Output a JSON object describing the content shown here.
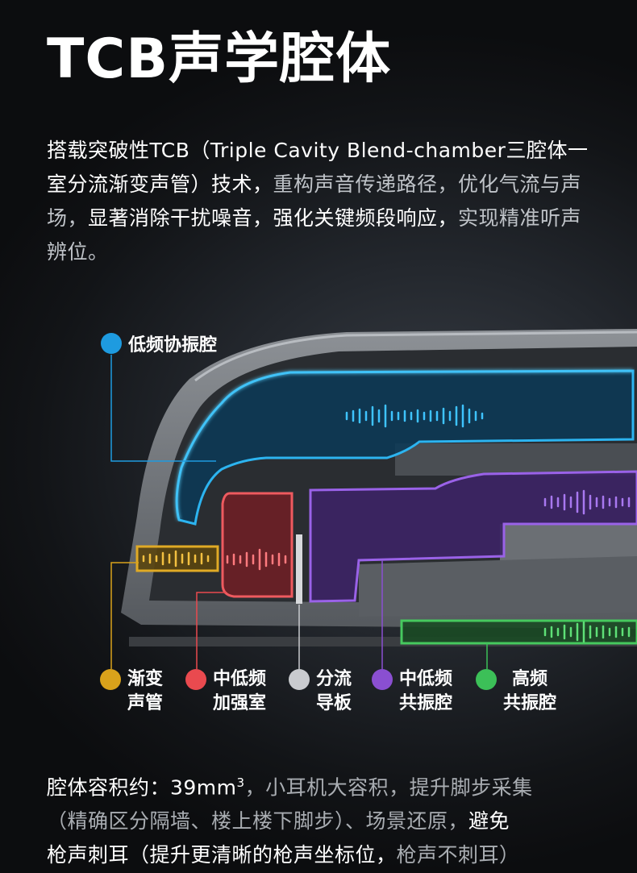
{
  "title": "TCB声学腔体",
  "intro": {
    "lead": "搭载突破性TCB（Triple Cavity Blend-chamber三腔体一室分流渐变声管）技术，",
    "rest": "重构声音传递路径，优化气流与声场，",
    "highlight": "显著消除干扰噪音，强化关键频段响应，",
    "tail": "实现精准听声辨位。"
  },
  "labels": {
    "low_freq_resonance": "低频协振腔",
    "gradient_tube_1": "渐变",
    "gradient_tube_2": "声管",
    "midlow_boost_1": "中低频",
    "midlow_boost_2": "加强室",
    "splitter_1": "分流",
    "splitter_2": "导板",
    "midlow_resonance_1": "中低频",
    "midlow_resonance_2": "共振腔",
    "high_resonance_1": "高频",
    "high_resonance_2": "共振腔"
  },
  "colors": {
    "blue": "#1e9be0",
    "yellow": "#d9a21b",
    "red": "#e94a4f",
    "gray": "#c9cbcf",
    "purple": "#8a4fd1",
    "green": "#3cc058"
  },
  "bottom": {
    "line1_a": "腔体容积约：39mm",
    "line1_sup": "3",
    "line1_b": "，小耳机大容积，提升脚步采集",
    "line2": "（精确区分隔墙、楼上楼下脚步）、场景还原，",
    "line2_b": "避免",
    "line3_a": "枪声刺耳（提升更清晰的枪声坐标位，",
    "line3_b": "枪声不刺耳）"
  }
}
